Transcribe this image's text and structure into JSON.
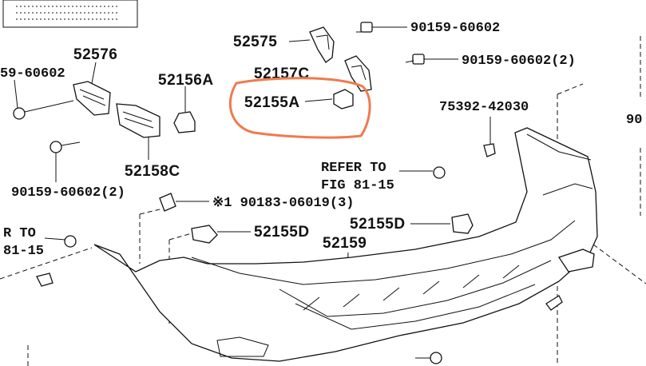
{
  "labels": {
    "p52575": "52575",
    "p52576": "52576",
    "p52156a": "52156A",
    "p52157c": "52157C",
    "p52155a": "52155A",
    "p52158c": "52158C",
    "p52155d_left": "52155D",
    "p52155d_right": "52155D",
    "p52159": "52159",
    "bolt_top": "90159-60602",
    "bolt_top2": "90159-60602(2)",
    "bolt_left_top": "59-60602",
    "bolt_left": "90159-60602(2)",
    "clip": "75392-42030",
    "screw": "※1 90183-06019(3)",
    "refer1_line1": "REFER TO",
    "refer1_line2": "FIG 81-15",
    "refer2_line1": "R TO",
    "refer2_line2": "81-15",
    "edge_right": "90"
  },
  "colors": {
    "highlight": "#f07a4e",
    "ink": "#111111",
    "background": "#ffffff"
  }
}
